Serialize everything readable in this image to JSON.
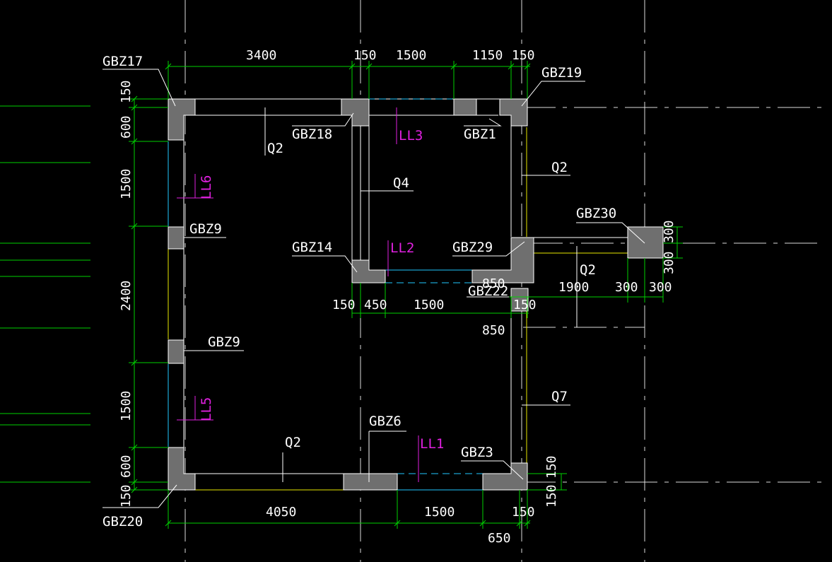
{
  "column_labels": {
    "gbz17": "GBZ17",
    "gbz18": "GBZ18",
    "gbz1": "GBZ1",
    "gbz19": "GBZ19",
    "gbz30": "GBZ30",
    "gbz29": "GBZ29",
    "gbz22": "GBZ22",
    "gbz14": "GBZ14",
    "gbz9_upper": "GBZ9",
    "gbz9_lower": "GBZ9",
    "gbz6": "GBZ6",
    "gbz3": "GBZ3",
    "gbz20": "GBZ20"
  },
  "wall_labels": {
    "q2_top": "Q2",
    "q2_right": "Q2",
    "q2_mid_right": "Q2",
    "q2_bottom": "Q2",
    "q4": "Q4",
    "q7": "Q7"
  },
  "beam_labels": {
    "ll1": "LL1",
    "ll2": "LL2",
    "ll3": "LL3",
    "ll5": "LL5",
    "ll6": "LL6"
  },
  "dimensions": {
    "top": [
      "3400",
      "150",
      "1500",
      "1150",
      "150"
    ],
    "left": [
      "150",
      "600",
      "1500",
      "2400",
      "1500",
      "600",
      "150"
    ],
    "middle": [
      "150",
      "450",
      "1500",
      "150"
    ],
    "mid_850_upper": "850",
    "mid_850_lower": "850",
    "right_horizontal": [
      "1900",
      "300",
      "300"
    ],
    "right_vertical": [
      "300",
      "300"
    ],
    "bottom_right_vertical": [
      "150",
      "150"
    ],
    "bottom": [
      "4050",
      "1500",
      "150"
    ],
    "bottom_extra": "650"
  },
  "colors": {
    "background": "#000000",
    "dimension": "#00d000",
    "text": "#ffffff",
    "beam": "#e020e0",
    "column": "#6f6f6f"
  }
}
